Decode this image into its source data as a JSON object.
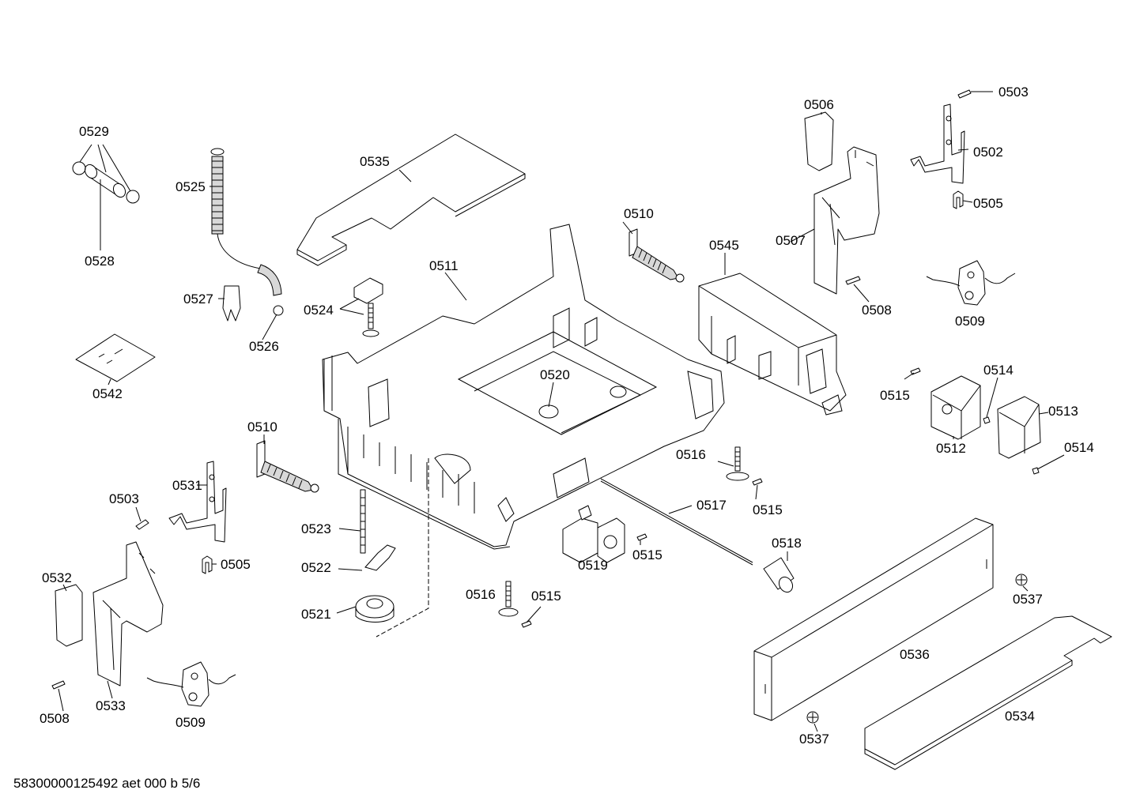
{
  "labels": {
    "0529": "0529",
    "0528": "0528",
    "0525": "0525",
    "0527": "0527",
    "0526": "0526",
    "0542": "0542",
    "0535": "0535",
    "0511": "0511",
    "0524": "0524",
    "0510a": "0510",
    "0510b": "0510",
    "0545": "0545",
    "0506": "0506",
    "0507": "0507",
    "0508a": "0508",
    "0503a": "0503",
    "0502": "0502",
    "0505a": "0505",
    "0509a": "0509",
    "0514a": "0514",
    "0515a": "0515",
    "0513": "0513",
    "0512": "0512",
    "0514b": "0514",
    "0520": "0520",
    "0516a": "0516",
    "0515b": "0515",
    "0517": "0517",
    "0518": "0518",
    "0519": "0519",
    "0515c": "0515",
    "0516b": "0516",
    "0515d": "0515",
    "0531": "0531",
    "0503b": "0503",
    "0505b": "0505",
    "0532": "0532",
    "0533": "0533",
    "0508b": "0508",
    "0509b": "0509",
    "0523": "0523",
    "0522": "0522",
    "0521": "0521",
    "0537a": "0537",
    "0536": "0536",
    "0534": "0534",
    "0537b": "0537"
  },
  "footer": "58300000125492 aet 000 b 5/6"
}
